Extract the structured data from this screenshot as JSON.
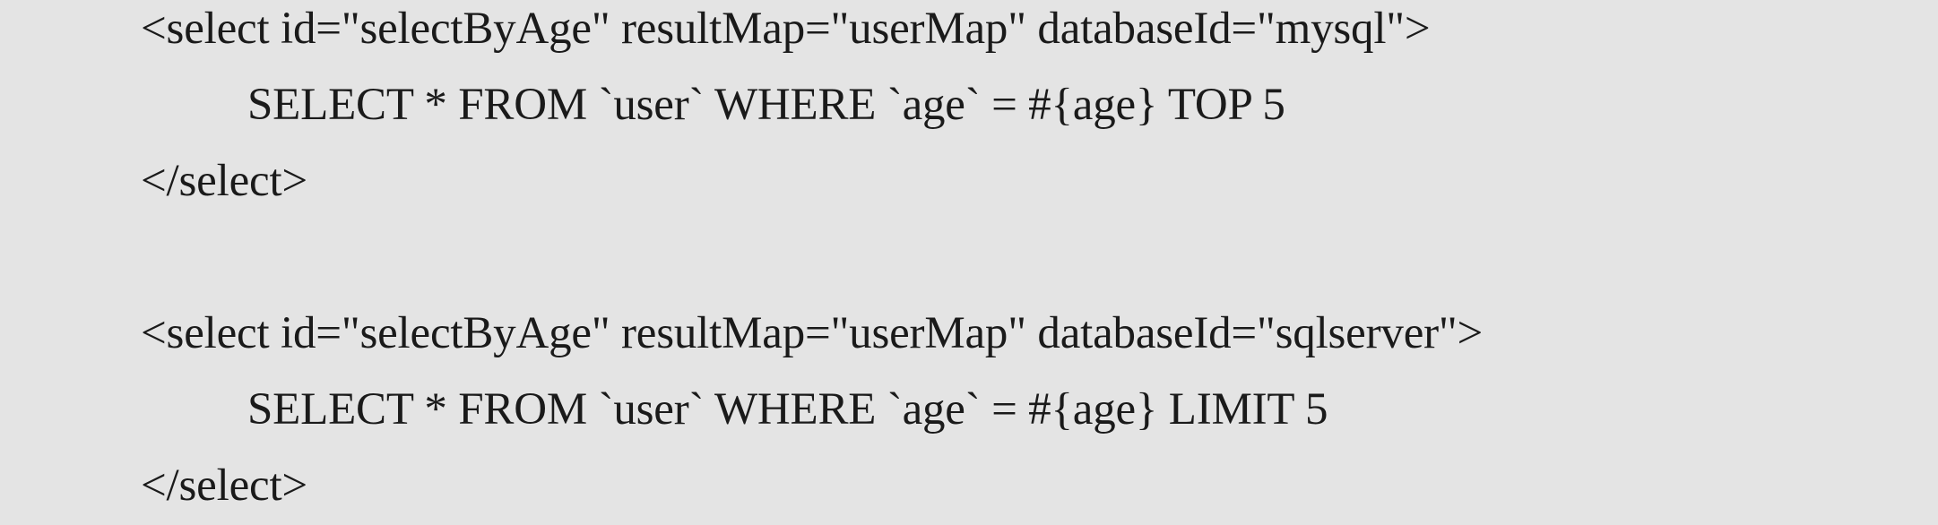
{
  "code_block": {
    "lines": [
      "<select id=\"selectByAge\" resultMap=\"userMap\" databaseId=\"mysql\">",
      "SELECT * FROM `user` WHERE `age` = #{age} TOP 5",
      "</select>",
      "",
      "<select id=\"selectByAge\" resultMap=\"userMap\" databaseId=\"sqlserver\">",
      "SELECT * FROM `user` WHERE `age` = #{age} LIMIT 5",
      "</select>"
    ]
  }
}
